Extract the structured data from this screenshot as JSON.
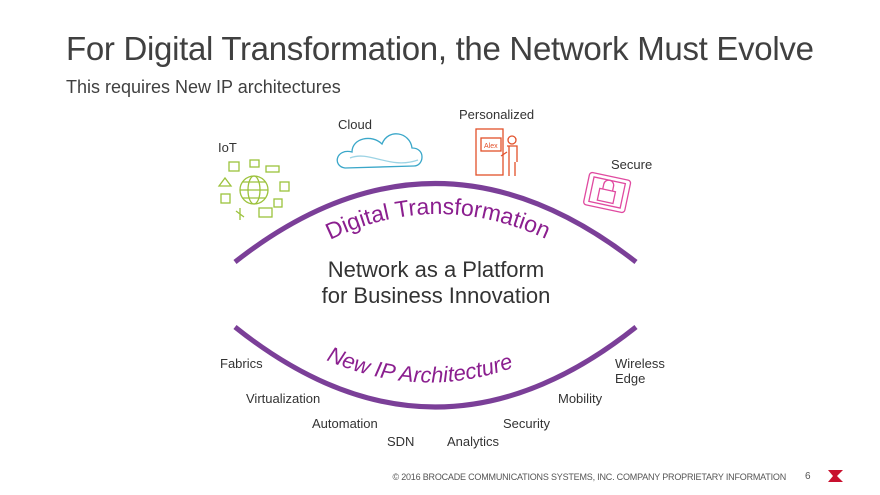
{
  "title": "For Digital Transformation, the Network Must Evolve",
  "subtitle": "This requires New IP architectures",
  "top_labels": {
    "iot": "IoT",
    "cloud": "Cloud",
    "personalized": "Personalized",
    "secure": "Secure",
    "presenter_sign": "Alex"
  },
  "arc_top_text": "Digital Transformation",
  "arc_bottom_text": "New IP Architecture",
  "center_text": [
    "Network as a Platform",
    "for Business Innovation"
  ],
  "bottom_labels": {
    "fabrics": "Fabrics",
    "virtualization": "Virtualization",
    "automation": "Automation",
    "sdn": "SDN",
    "analytics": "Analytics",
    "security": "Security",
    "mobility": "Mobility",
    "wireless_edge": [
      "Wireless",
      "Edge"
    ]
  },
  "footer": "© 2016 BROCADE COMMUNICATIONS SYSTEMS, INC. COMPANY PROPRIETARY INFORMATION",
  "page_number": "6",
  "colors": {
    "arc": "#7b3f98",
    "arc_text": "#8b1f8f",
    "iot": "#9cc23c",
    "cloud": "#3aa7c9",
    "personalized": "#e2502a",
    "secure": "#e04aa0",
    "brand": "#c8102e"
  }
}
